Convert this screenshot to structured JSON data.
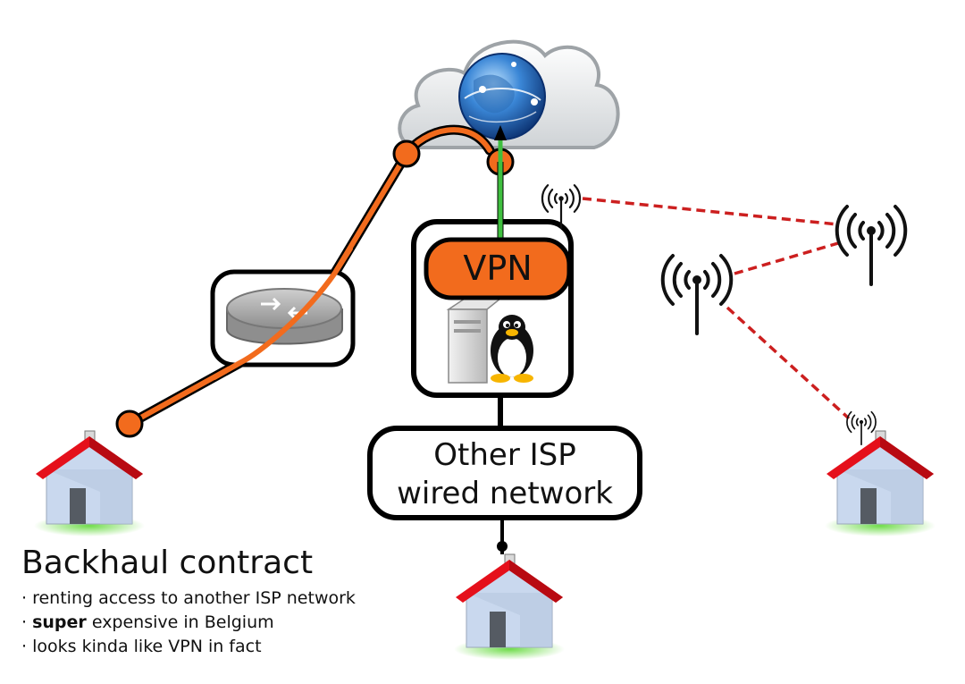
{
  "diagram": {
    "vpn_label": "VPN",
    "isp_box": {
      "line1": "Other ISP",
      "line2": "wired network"
    },
    "caption": {
      "title": "Backhaul contract",
      "bullet": "·",
      "items": [
        {
          "bold": "",
          "text": "renting access to another ISP network"
        },
        {
          "bold": "super",
          "text": " expensive in Belgium"
        },
        {
          "bold": "",
          "text": "looks kinda like VPN in fact"
        }
      ]
    },
    "icons": {
      "cloud": "internet-cloud",
      "globe": "globe",
      "router": "router",
      "server": "server",
      "tux": "linux-penguin",
      "house": "house",
      "antenna": "wifi-antenna"
    },
    "colors": {
      "orange": "#f26b1d",
      "black": "#000000",
      "green": "#3fbf3f",
      "red_dashed": "#cc1f1f",
      "roof": "#e5101b",
      "wall": "#c9d8ee"
    }
  }
}
